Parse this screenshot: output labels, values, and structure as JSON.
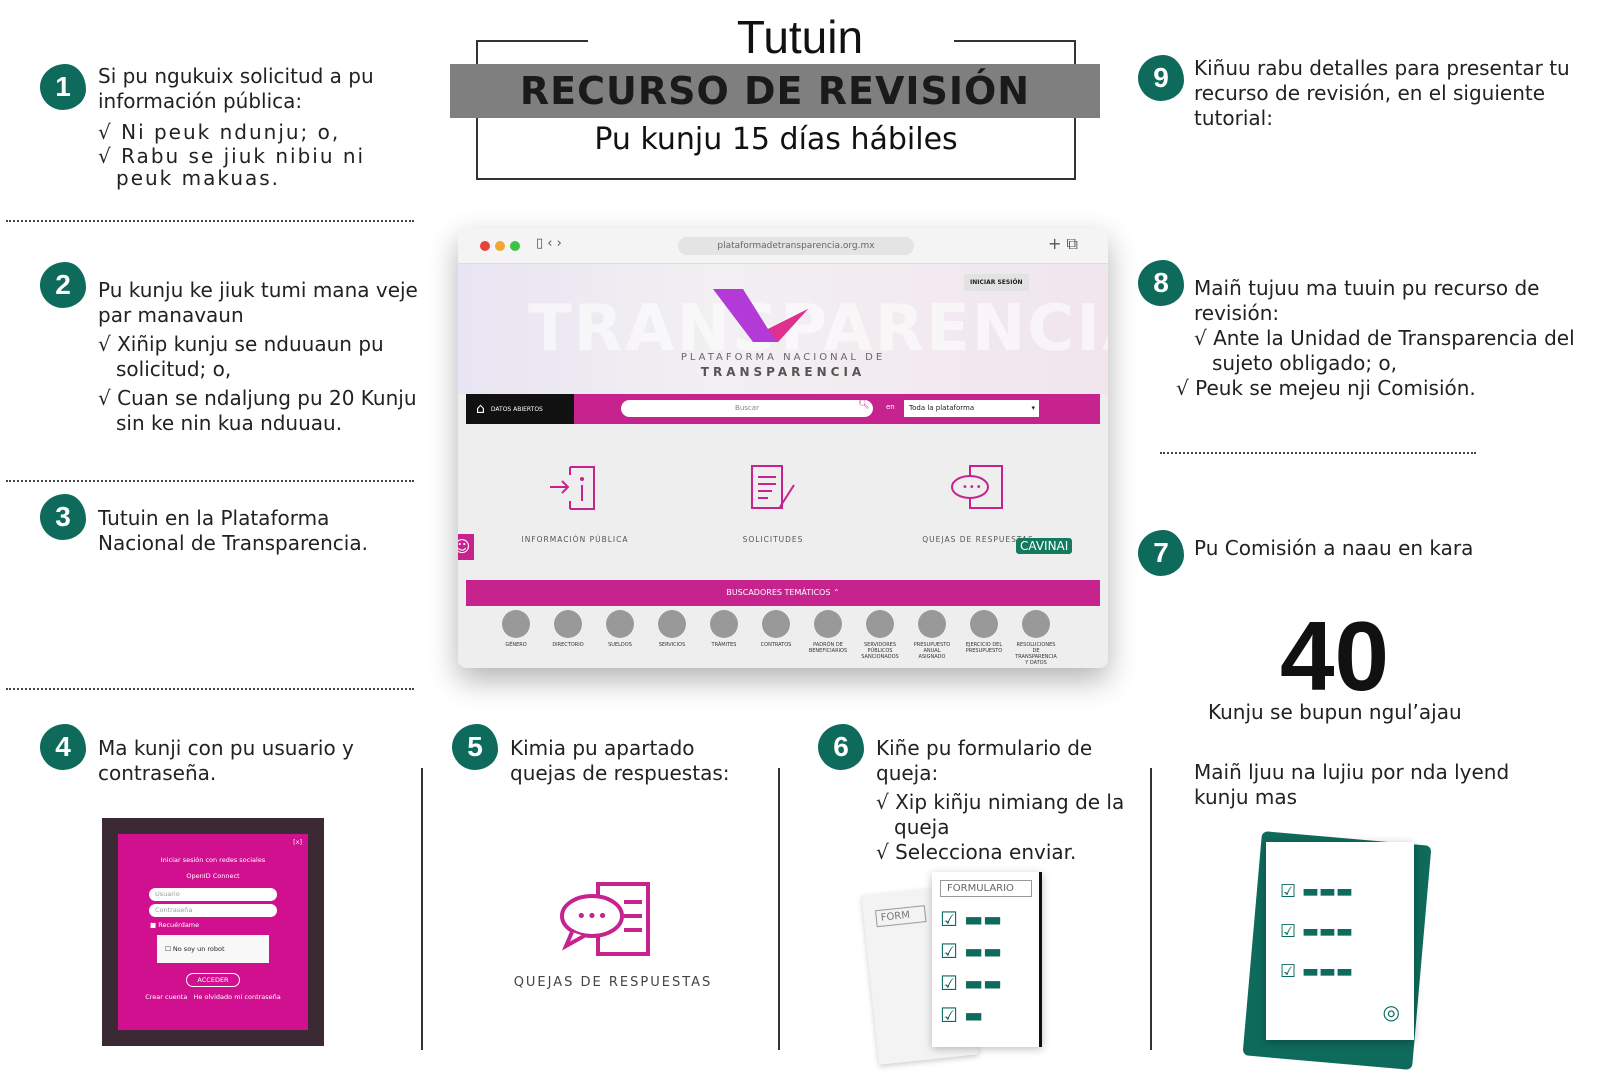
{
  "header": {
    "title": "Tutuin",
    "banner": "RECURSO DE REVISIÓN",
    "subtitle": "Pu kunju 15 días hábiles"
  },
  "steps": {
    "s1": {
      "num": "1",
      "text": "Si pu ngukuix solicitud a pu información pública:",
      "items": [
        "√ Ni peuk ndunju; o,",
        "√ Rabu se jiuk nibiu ni peuk makuas."
      ]
    },
    "s2": {
      "num": "2",
      "text": "Pu kunju ke jiuk tumi mana veje par manavaun",
      "items": [
        "√ Xiñip kunju se nduuaun pu solicitud; o,",
        "√ Cuan se ndaljung pu 20 Kunju sin ke nin kua nduuau."
      ]
    },
    "s3": {
      "num": "3",
      "text": "Tutuin en la Plataforma Nacional de Transparencia."
    },
    "s4": {
      "num": "4",
      "text": "Ma kunji con pu usuario y contraseña."
    },
    "s5": {
      "num": "5",
      "text": "Kimia pu apartado quejas de respuestas:",
      "icon_label": "QUEJAS DE RESPUESTAS"
    },
    "s6": {
      "num": "6",
      "text": "Kiñe pu formulario de queja:",
      "items": [
        "√ Xip kiñju nimiang de la queja",
        "√ Selecciona enviar."
      ],
      "form_label": "FORMULARIO",
      "form_label_back": "FORM"
    },
    "s7": {
      "num": "7",
      "text": "Pu Comisión a naau en kara",
      "big_number": "40",
      "caption": "Kunju se bupun ngul’ajau",
      "note": "Maiñ ljuu na lujiu por nda lyend kunju mas"
    },
    "s8": {
      "num": "8",
      "text": "Maiñ tujuu ma tuuin pu recurso de revisión:",
      "items": [
        "√ Ante la Unidad de Transparencia del sujeto obligado; o,",
        "√ Peuk se mejeu nji Comisión."
      ]
    },
    "s9": {
      "num": "9",
      "text": "Kiñuu rabu detalles para presentar tu recurso de revisión, en el siguiente tutorial:"
    }
  },
  "browser": {
    "url": "plataformadetransparencia.org.mx",
    "login": "INICIAR SESIÓN",
    "logo_line1": "PLATAFORMA NACIONAL DE",
    "logo_line2": "TRANSPARENCIA",
    "watermark": "TRANSPARENCIA",
    "datos": "DATOS ABIERTOS",
    "search_placeholder": "Buscar",
    "en": "en",
    "scope": "Toda la plataforma",
    "tiles": [
      "INFORMACIÓN PÚBLICA",
      "SOLICITUDES",
      "QUEJAS DE RESPUESTAS"
    ],
    "cavinai": "CAVINAI",
    "buscadores": "BUSCADORES TEMÁTICOS ⌃",
    "themes": [
      "GÉNERO",
      "DIRECTORIO",
      "SUELDOS",
      "SERVICIOS",
      "TRÁMITES",
      "CONTRATOS",
      "PADRÓN DE BENEFICIARIOS",
      "SERVIDORES PÚBLICOS SANCIONADOS",
      "PRESUPUESTO ANUAL ASIGNADO",
      "EJERCICIO DEL PRESUPUESTO",
      "RESOLUCIONES DE TRANSPARENCIA Y DATOS"
    ]
  },
  "login_modal": {
    "close": "[x]",
    "social": "Iniciar sesión con redes sociales",
    "openid": "OpenID Connect",
    "user_placeholder": "Usuario",
    "pass_placeholder": "Contraseña",
    "remember": "Recuérdame",
    "captcha": "No soy un robot",
    "submit": "ACCEDER",
    "create": "Crear cuenta",
    "forgot": "He olvidado mi contraseña"
  },
  "colors": {
    "teal": "#0e6b5c",
    "magenta": "#c6238f",
    "banner_gray": "#7f7f7f"
  }
}
